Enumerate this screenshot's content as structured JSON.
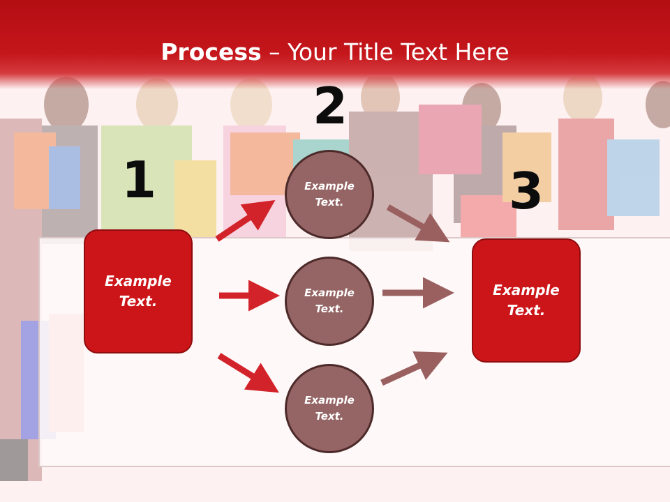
{
  "title": {
    "bold": "Process",
    "rest": " – Your Title Text Here"
  },
  "steps": {
    "one": "1",
    "two": "2",
    "three": "3"
  },
  "box_left": {
    "text": "Example\nText."
  },
  "box_right": {
    "text": "Example\nText."
  },
  "circles": [
    {
      "text": "Example\nText."
    },
    {
      "text": "Example\nText."
    },
    {
      "text": "Example\nText."
    }
  ],
  "colors": {
    "header": "#c4161b",
    "box_fill": "#cc1519",
    "circle_fill": "#956464",
    "arrow_red": "#d3232a",
    "arrow_brown": "#9a6060"
  },
  "icons": {
    "left_arrows": "arrow-right-icon",
    "right_arrows": "arrow-right-icon"
  }
}
